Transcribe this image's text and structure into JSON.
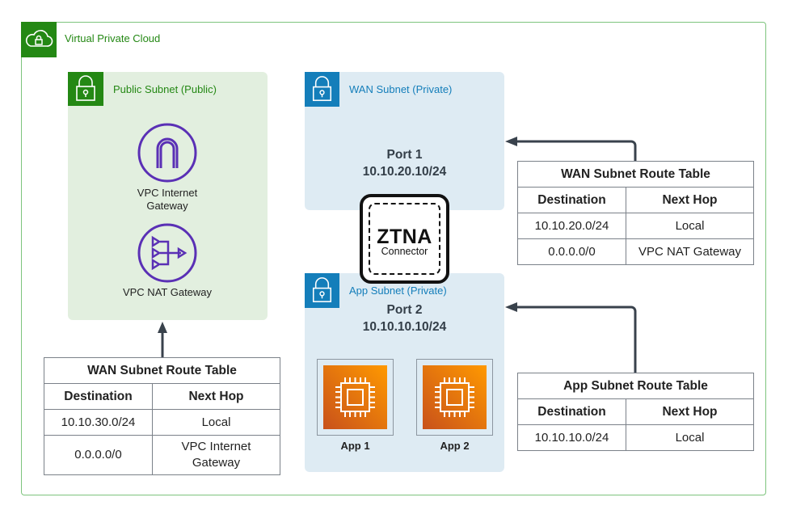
{
  "vpc": {
    "title": "Virtual Private Cloud",
    "icon": "cloud-lock-icon",
    "color": "#248814"
  },
  "public_subnet": {
    "title": "Public Subnet (Public)",
    "icon": "lock-icon",
    "color": "#248814",
    "gateways": [
      {
        "label_lines": [
          "VPC Internet",
          "Gateway"
        ],
        "icon": "internet-gateway-icon"
      },
      {
        "label_lines": [
          "VPC NAT Gateway"
        ],
        "icon": "nat-gateway-icon"
      }
    ]
  },
  "wan_subnet": {
    "title": "WAN Subnet (Private)",
    "icon": "lock-icon",
    "color": "#147eba",
    "port_label": "Port 1",
    "port_ip": "10.10.20.10/24"
  },
  "app_subnet": {
    "title": "App Subnet (Private)",
    "icon": "lock-icon",
    "color": "#147eba",
    "port_label": "Port 2",
    "port_ip": "10.10.10.10/24",
    "apps": [
      {
        "label": "App 1",
        "icon": "cpu-instance-icon"
      },
      {
        "label": "App 2",
        "icon": "cpu-instance-icon"
      }
    ]
  },
  "ztna": {
    "title": "ZTNA",
    "subtitle": "Connector"
  },
  "tables": {
    "left": {
      "title": "WAN Subnet Route Table",
      "headers": [
        "Destination",
        "Next Hop"
      ],
      "rows": [
        [
          "10.10.30.0/24",
          "Local"
        ],
        [
          "0.0.0.0/0",
          "VPC Internet Gateway"
        ]
      ]
    },
    "wan": {
      "title": "WAN Subnet Route Table",
      "headers": [
        "Destination",
        "Next Hop"
      ],
      "rows": [
        [
          "10.10.20.0/24",
          "Local"
        ],
        [
          "0.0.0.0/0",
          "VPC NAT Gateway"
        ]
      ]
    },
    "app": {
      "title": "App Subnet Route Table",
      "headers": [
        "Destination",
        "Next Hop"
      ],
      "rows": [
        [
          "10.10.10.0/24",
          "Local"
        ]
      ]
    }
  }
}
